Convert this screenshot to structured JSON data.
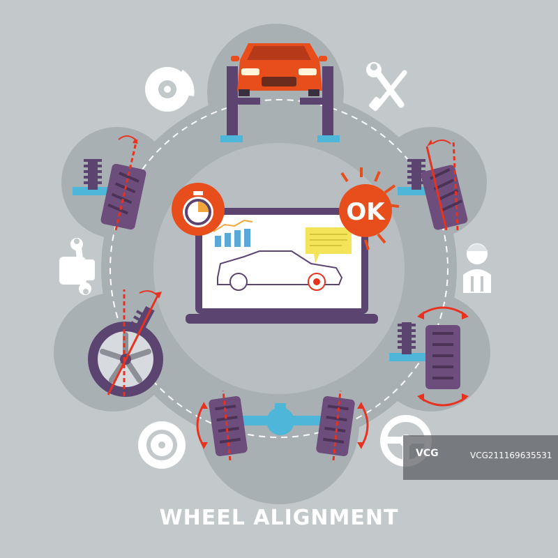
{
  "title": "WHEEL ALIGNMENT",
  "badge_ok": "OK",
  "watermark": {
    "logo": "VCG",
    "id": "VCG211169635531"
  },
  "colors": {
    "background": "#c3c9cb",
    "blob": "#a9b0b4",
    "inner": "#b8bec1",
    "car": "#e84e1b",
    "badge": "#e84e1b",
    "laptop": "#5b4470",
    "lift": "#5b4470",
    "accent_blue": "#4db6d9",
    "tire": "#6d4d7b",
    "arrow": "#e8321f",
    "icon_white": "#ffffff",
    "chart_blue": "#5aa8d8",
    "chart_orange": "#f0a63a",
    "speech_yellow": "#f4e45a"
  },
  "icons": [
    "car-lift-icon",
    "brake-disc-icon",
    "wrench-screwdriver-icon",
    "camber-left-icon",
    "camber-right-icon",
    "hand-wrench-icon",
    "mechanic-icon",
    "wheel-rim-icon",
    "toe-right-icon",
    "axle-icon",
    "tire-white-icon",
    "steering-wheel-icon",
    "stopwatch-icon",
    "ok-badge-icon",
    "laptop-icon"
  ]
}
